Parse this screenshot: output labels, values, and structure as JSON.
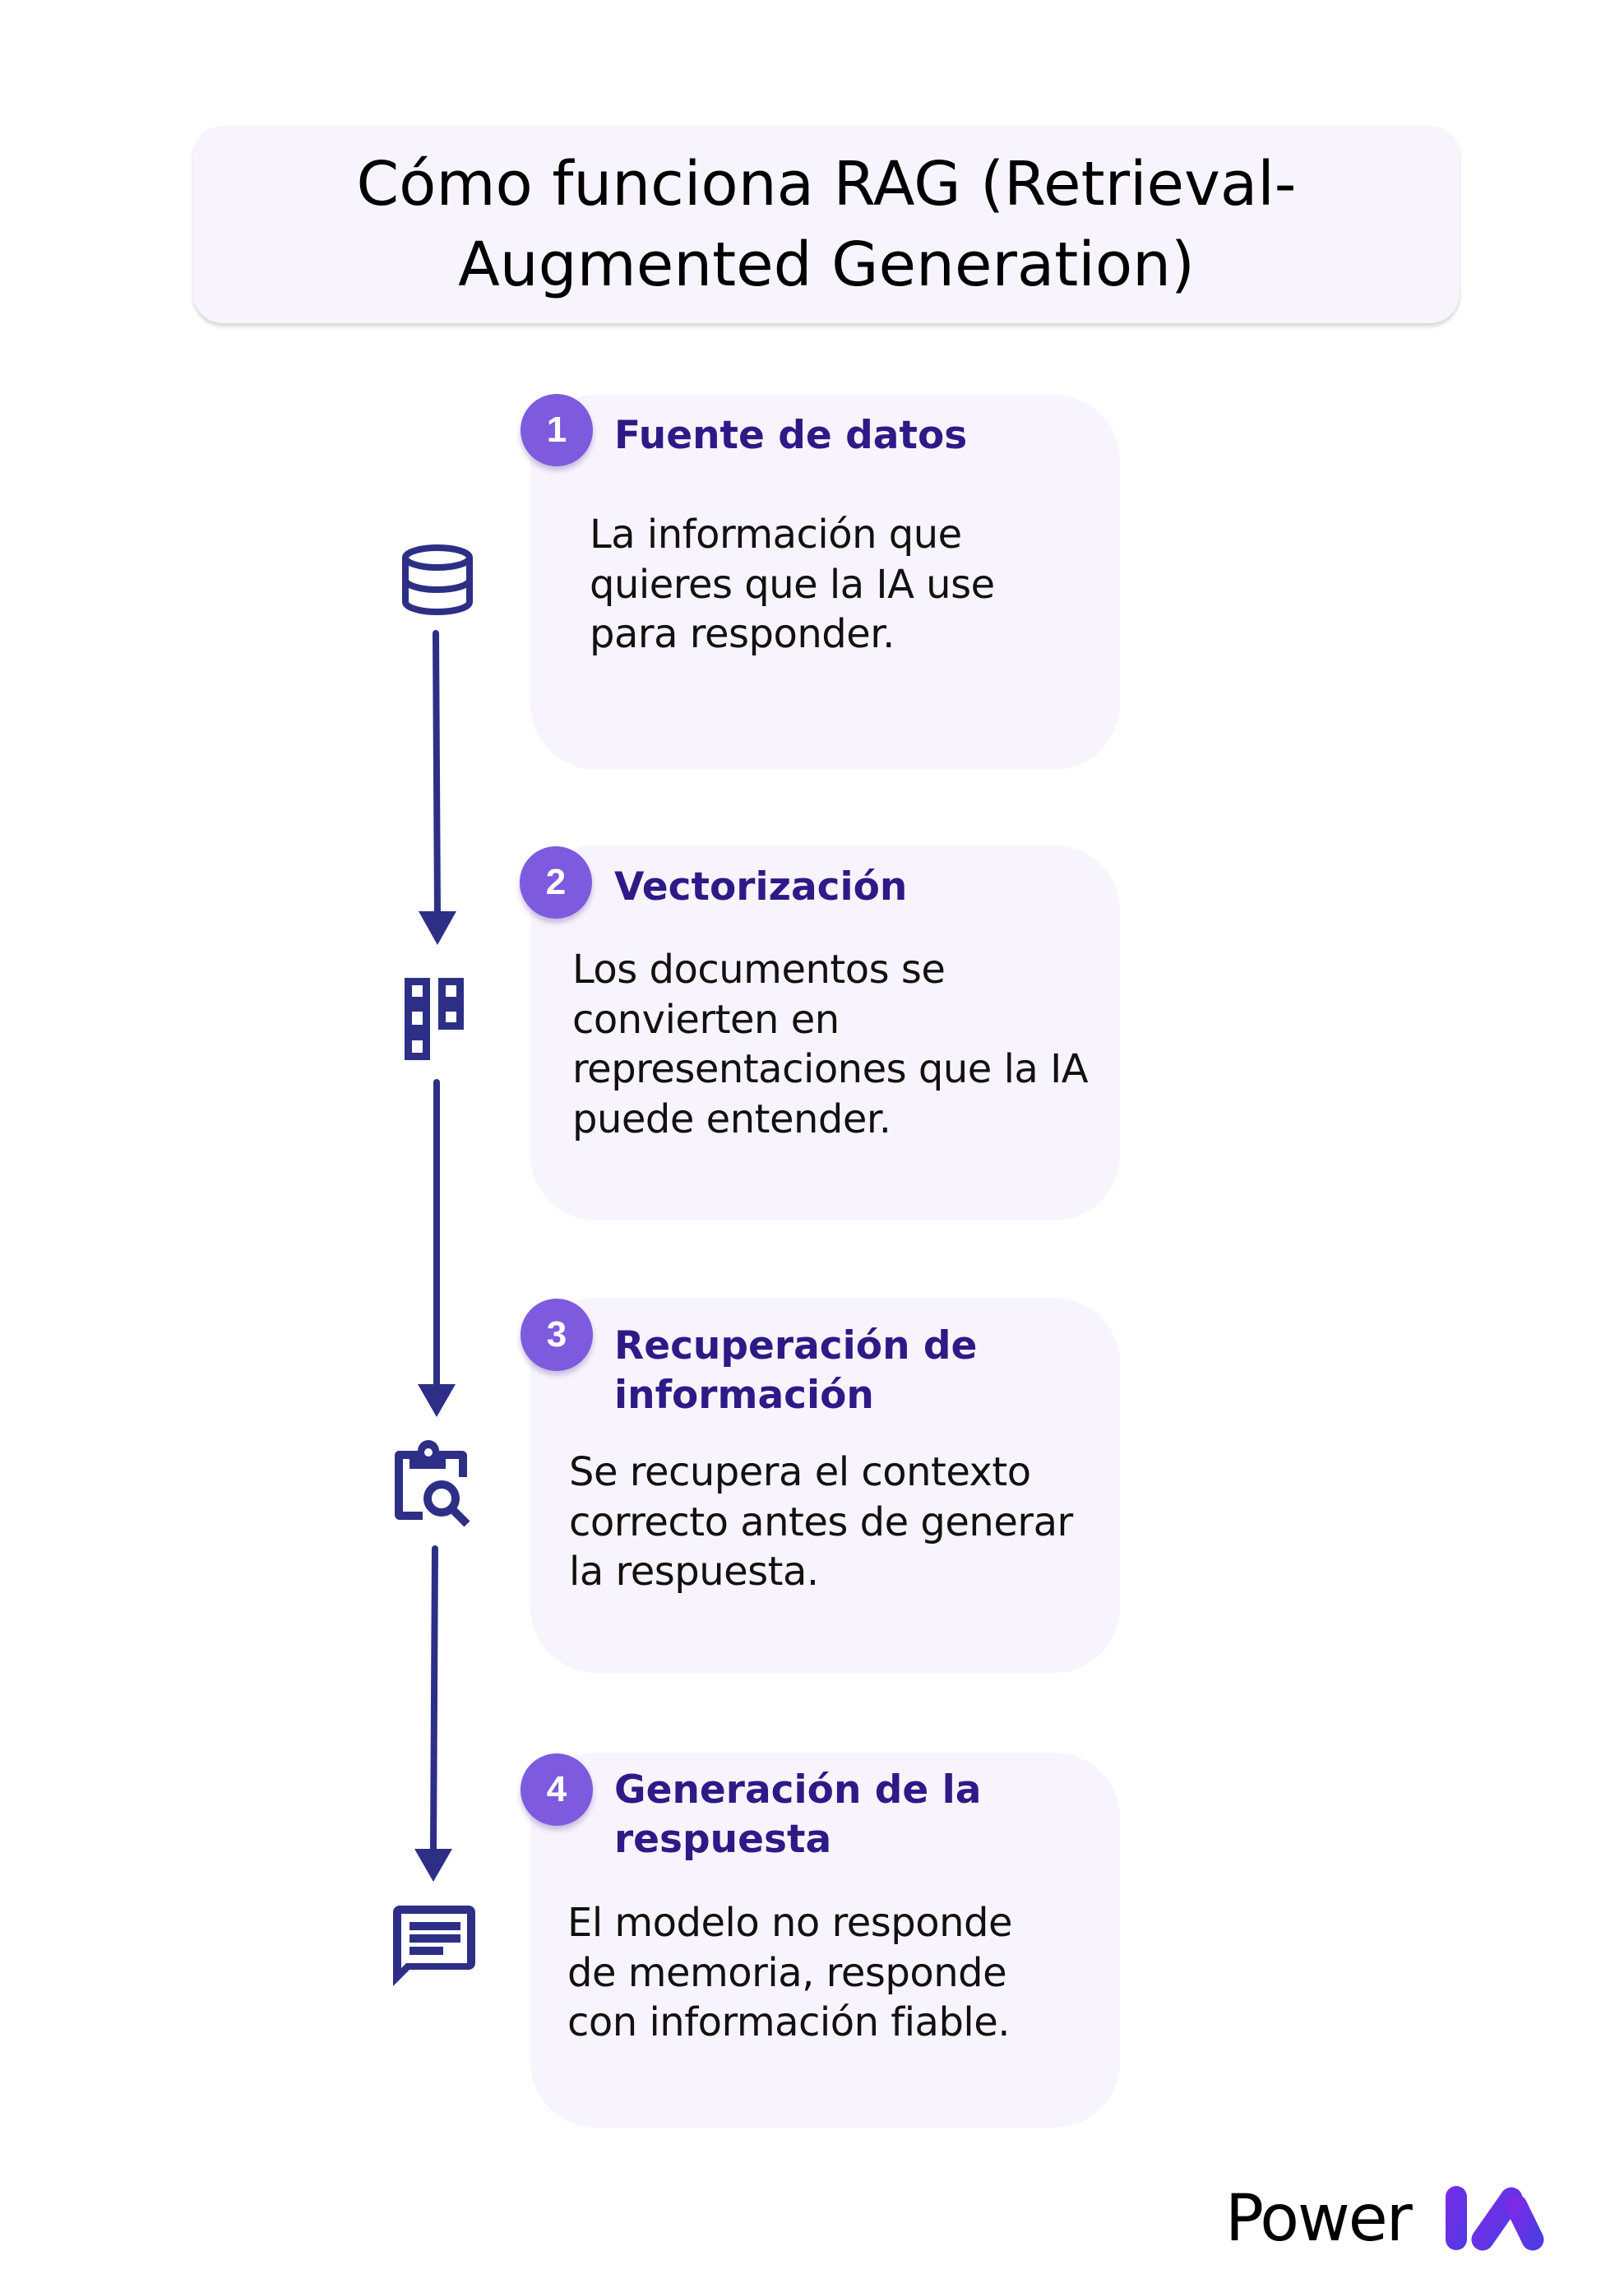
{
  "header": {
    "title": "Cómo funciona RAG (Retrieval-Augmented Generation)"
  },
  "colors": {
    "card_background": "#F8F4FD",
    "badge": "#7E5BDE",
    "step_title": "#2E1A87",
    "icon_and_arrows": "#2D2F86",
    "body_text": "#111111",
    "logo_gradient_start": "#6A2BE8",
    "logo_gradient_end": "#5B3BE6"
  },
  "steps": [
    {
      "number": "1",
      "title": "Fuente de datos",
      "body": "La información que quieres que la IA use para responder.",
      "icon": "database-icon"
    },
    {
      "number": "2",
      "title": "Vectorización",
      "body": "Los documentos se convierten en representaciones que la IA puede entender.",
      "icon": "vector-blocks-icon"
    },
    {
      "number": "3",
      "title": "Recuperación de información",
      "body": "Se recupera el contexto correcto antes de generar la respuesta.",
      "icon": "clipboard-search-icon"
    },
    {
      "number": "4",
      "title": "Generación de la respuesta",
      "body": "El modelo no responde de memoria, responde con información fiable.",
      "icon": "chat-message-icon"
    }
  ],
  "footer": {
    "logo_text": "Power",
    "logo_mark": "IA"
  }
}
